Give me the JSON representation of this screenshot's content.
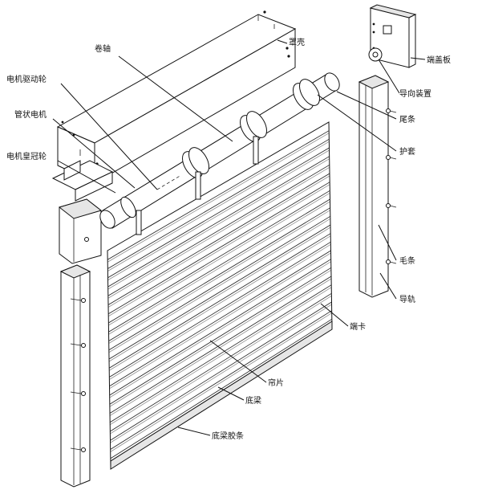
{
  "labels": {
    "roller_shaft": "卷轴",
    "cover": "罩壳",
    "motor_drive_wheel": "电机驱动轮",
    "tubular_motor": "管状电机",
    "motor_crown_wheel": "电机皇冠轮",
    "end_cover_plate": "端盖板",
    "guide_device": "导向装置",
    "tail_strip": "尾条",
    "sleeve": "护套",
    "brush_strip": "毛条",
    "guide_rail": "导轨",
    "end_clip": "端卡",
    "curtain_slat": "帘片",
    "bottom_beam": "底梁",
    "bottom_beam_rubber": "底梁胶条"
  },
  "colors": {
    "line": "#111111",
    "background": "#ffffff",
    "shade": "#e6e6e6"
  }
}
